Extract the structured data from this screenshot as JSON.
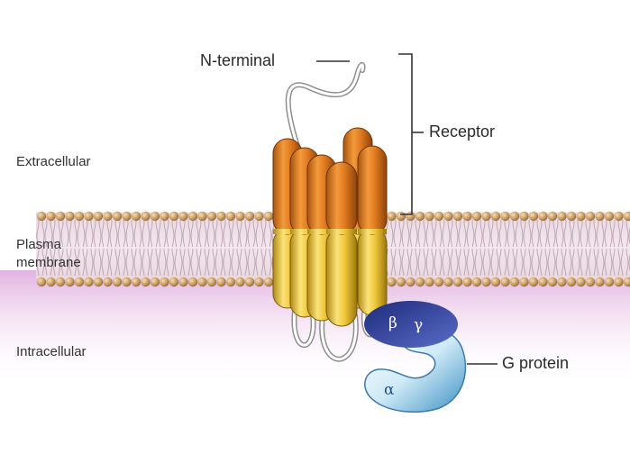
{
  "regions": {
    "extracellular": "Extracellular",
    "plasma_membrane_line1": "Plasma",
    "plasma_membrane_line2": "membrane",
    "intracellular": "Intracellular"
  },
  "callouts": {
    "n_terminal": "N-terminal",
    "receptor": "Receptor",
    "g_protein": "G protein"
  },
  "subunits": {
    "alpha": "α",
    "beta": "β",
    "gamma": "γ"
  },
  "colors": {
    "helix_top": "#d9731c",
    "helix_bottom": "#f0c83a",
    "membrane_heads": "#c99c62",
    "membrane_band": "#e8d2dc",
    "intracellular_tint": "#d79ad6",
    "g_alpha": "#bfe3f1",
    "g_beta_gamma": "#3c4ea6"
  }
}
